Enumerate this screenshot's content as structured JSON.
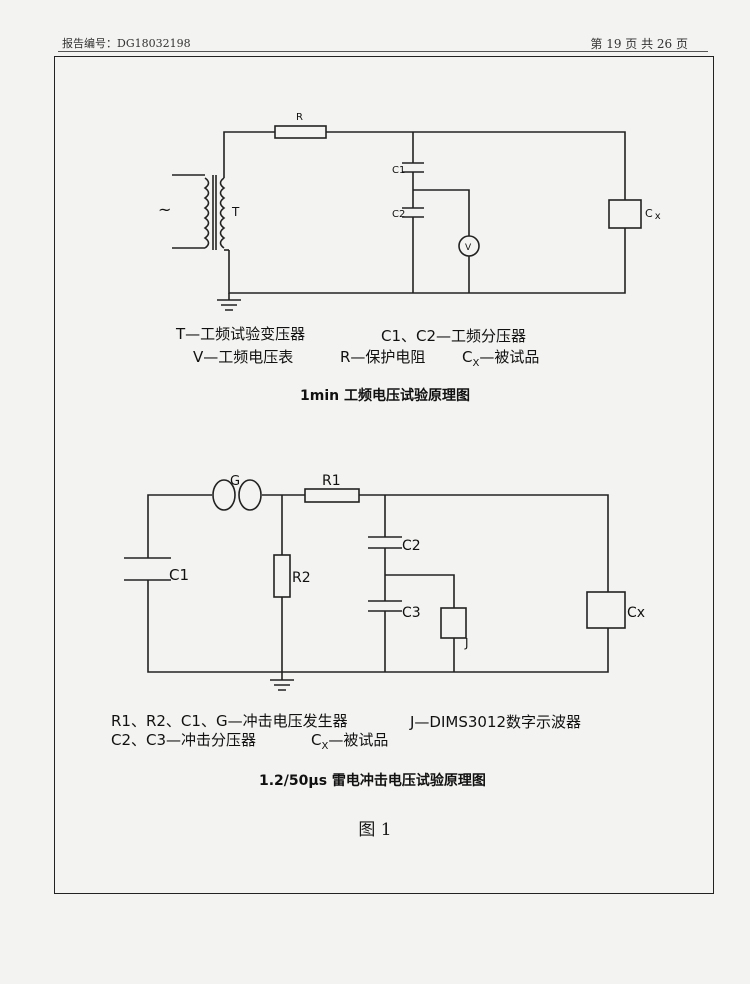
{
  "header": {
    "report_no": "报告编号：DG18032198",
    "page_info": "第 19 页  共 26 页"
  },
  "diagram1": {
    "labels": {
      "source": "~",
      "transformer": "T",
      "resistor": "R",
      "cap1": "C1",
      "cap2": "C2",
      "voltmeter": "V",
      "test_object": "C",
      "test_object_sub": "x"
    },
    "legend": {
      "t": "T—工频试验变压器",
      "c": "C1、C2—工频分压器",
      "v": "V—工频电压表",
      "r": "R—保护电阻",
      "cx_main": "C",
      "cx_sub": "X",
      "cx_rest": "—被试品"
    },
    "caption": "1min 工频电压试验原理图"
  },
  "diagram2": {
    "labels": {
      "gap": "G",
      "r1": "R1",
      "r2": "R2",
      "c1": "C1",
      "c2": "C2",
      "c3": "C3",
      "j": "J",
      "cx": "Cx"
    },
    "legend": {
      "gen": "R1、R2、C1、G—冲击电压发生器",
      "j": "J—DIMS3012数字示波器",
      "div": "C2、C3—冲击分压器",
      "cx_main": "C",
      "cx_sub": "X",
      "cx_rest": "—被试品"
    },
    "caption": "1.2/50μs 雷电冲击电压试验原理图"
  },
  "figure_label": "图 1"
}
